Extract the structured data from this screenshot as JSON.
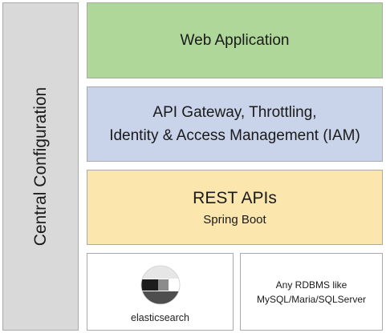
{
  "central": {
    "label": "Central Configuration"
  },
  "web_app": {
    "label": "Web Application"
  },
  "gateway": {
    "line1": "API Gateway, Throttling,",
    "line2": "Identity & Access Management (IAM)"
  },
  "rest": {
    "title": "REST APIs",
    "subtitle": "Spring Boot"
  },
  "elasticsearch": {
    "wordmark": "elasticsearch",
    "icon": "elasticsearch-logo"
  },
  "rdbms": {
    "line1": "Any RDBMS like",
    "line2": "MySQL/Maria/SQLServer"
  },
  "colors": {
    "central": "#d9d9d9",
    "web_app": "#b0d79a",
    "gateway": "#c9d4ea",
    "rest": "#fbe6ad",
    "border": "#a9a9a9"
  }
}
